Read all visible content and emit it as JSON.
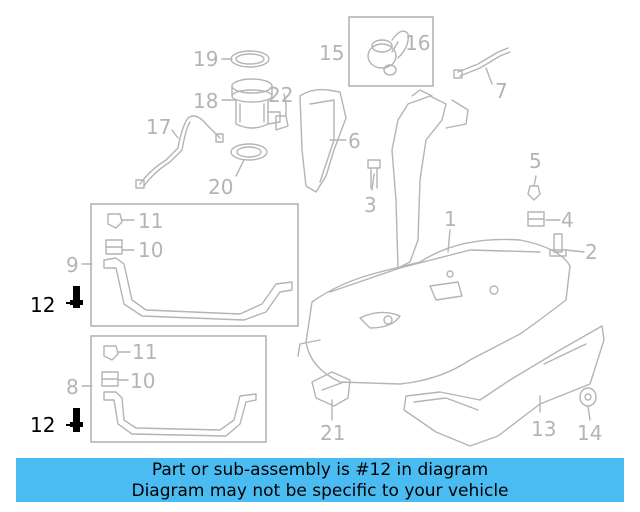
{
  "colors": {
    "part_gray": "#b4b4b4",
    "highlight": "#000000",
    "banner_bg": "#4bbcf2"
  },
  "callouts": {
    "c1": "1",
    "c2": "2",
    "c3": "3",
    "c4": "4",
    "c5": "5",
    "c6": "6",
    "c7": "7",
    "c8": "8",
    "c9": "9",
    "c10a": "10",
    "c10b": "10",
    "c11a": "11",
    "c11b": "11",
    "c12a": "12",
    "c12b": "12",
    "c13": "13",
    "c14": "14",
    "c15": "15",
    "c16": "16",
    "c17": "17",
    "c18": "18",
    "c19": "19",
    "c20": "20",
    "c21": "21",
    "c22": "22"
  },
  "banner": {
    "line1": "Part or sub-assembly is #12 in diagram",
    "line2": "Diagram may not be specific to your vehicle"
  }
}
